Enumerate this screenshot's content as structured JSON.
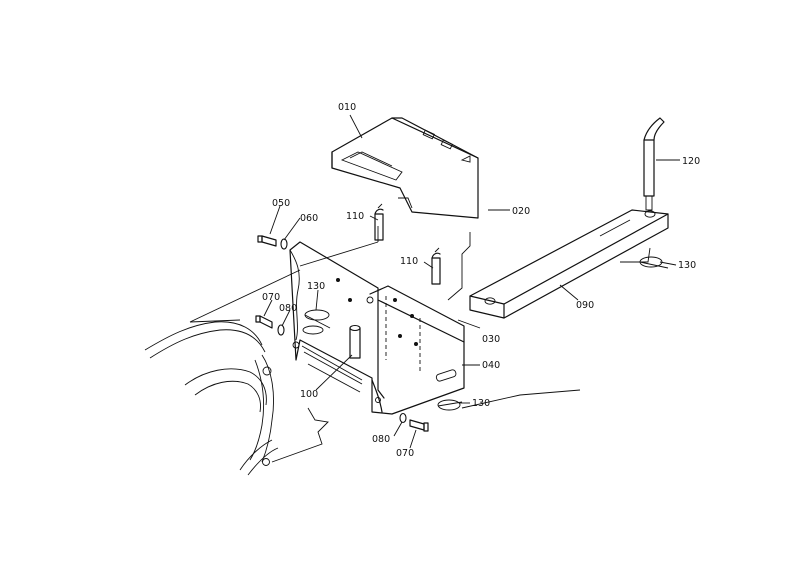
{
  "callouts": {
    "c010": "010",
    "c020": "020",
    "c030": "030",
    "c040": "040",
    "c050": "050",
    "c060": "060",
    "c070a": "070",
    "c080a": "080",
    "c070b": "070",
    "c080b": "080",
    "c090": "090",
    "c100": "100",
    "c110a": "110",
    "c110b": "110",
    "c120": "120",
    "c130a": "130",
    "c130b": "130",
    "c130c": "130"
  }
}
